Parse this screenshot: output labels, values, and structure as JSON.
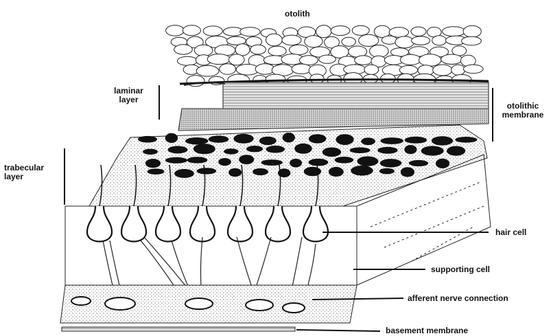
{
  "labels": {
    "otolith": "otolith",
    "laminar_layer": "laminar layer",
    "otolithic_membrane": "otolithic membrane",
    "trabecular_layer": "trabecular layer",
    "hair_cell": "hair cell",
    "supporting_cell": "supporting cell",
    "afferent_nerve_connection": "afferent nerve connection",
    "basement_membrane": "basement membrane"
  },
  "colors": {
    "ink": "#111111",
    "paper": "#ffffff",
    "stipple": "#555555"
  }
}
